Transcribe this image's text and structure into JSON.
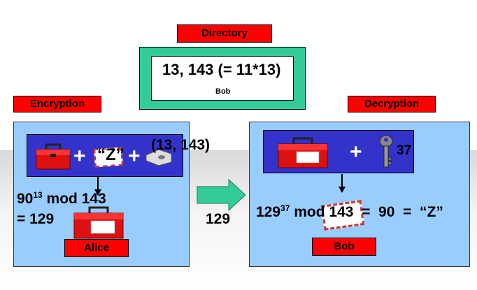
{
  "directory": {
    "label": "Directory",
    "key": "13, 143 (= 11*13)",
    "owner": "Bob"
  },
  "encryption": {
    "label": "Encryption",
    "plus1": "+",
    "message": "“Z”",
    "plus2": "+",
    "key": "(13, 143)",
    "calc_base": "90",
    "calc_exp": "13",
    "calc_rest": " mod 143",
    "calc_result": "= 129",
    "user": "Alice"
  },
  "transfer": {
    "value": "129"
  },
  "decryption": {
    "label": "Decryption",
    "plus": "+",
    "key_value": "37",
    "calc_base": "129",
    "calc_exp": "37",
    "calc_rest": " mod 143  =  90  =  “Z”",
    "user": "Bob"
  },
  "colors": {
    "label_red": "#ff0000",
    "panel_blue": "#99ccff",
    "navy": "#3333cc",
    "directory_teal": "#33cc99",
    "arrow_green": "#33cc99",
    "toolbox_red": "#dd1111"
  }
}
